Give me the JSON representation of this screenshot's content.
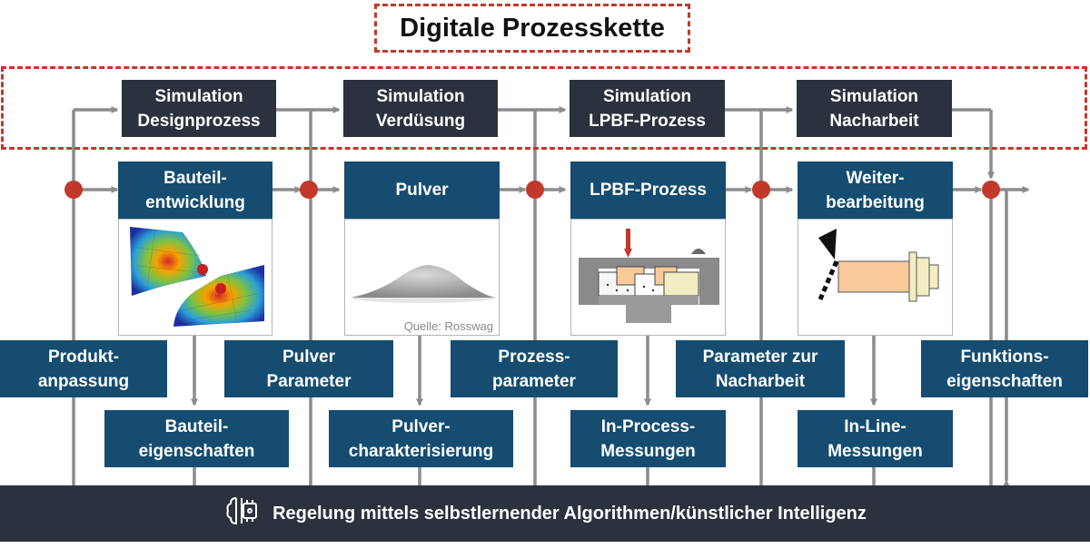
{
  "title": "Digitale Prozesskette",
  "simulations": [
    "Simulation\nDesignprozess",
    "Simulation\nVerdüsung",
    "Simulation\nLPBF-Prozess",
    "Simulation\nNacharbeit"
  ],
  "process_steps": [
    "Bauteil-\nentwicklung",
    "Pulver",
    "LPBF-Prozess",
    "Weiter-\nbearbeitung"
  ],
  "image_caption": "Quelle: Rosswag",
  "inputs": [
    "Produkt-\nanpassung",
    "Pulver\nParameter",
    "Prozess-\nparameter",
    "Parameter zur\nNacharbeit",
    "Funktions-\neigenschaften"
  ],
  "outputs": [
    "Bauteil-\neigenschaften",
    "Pulver-\ncharakterisierung",
    "In-Process-\nMessungen",
    "In-Line-\nMessungen"
  ],
  "bottom_bar": "Regelung mittels selbstlernender Algorithmen/künstlicher Intelligenz",
  "colors": {
    "dark": "#2b313d",
    "blue": "#154c70",
    "accent_red": "#c0392b",
    "line_gray": "#8c8c8c"
  },
  "icons": [
    "ai-brain-circuit-icon"
  ]
}
